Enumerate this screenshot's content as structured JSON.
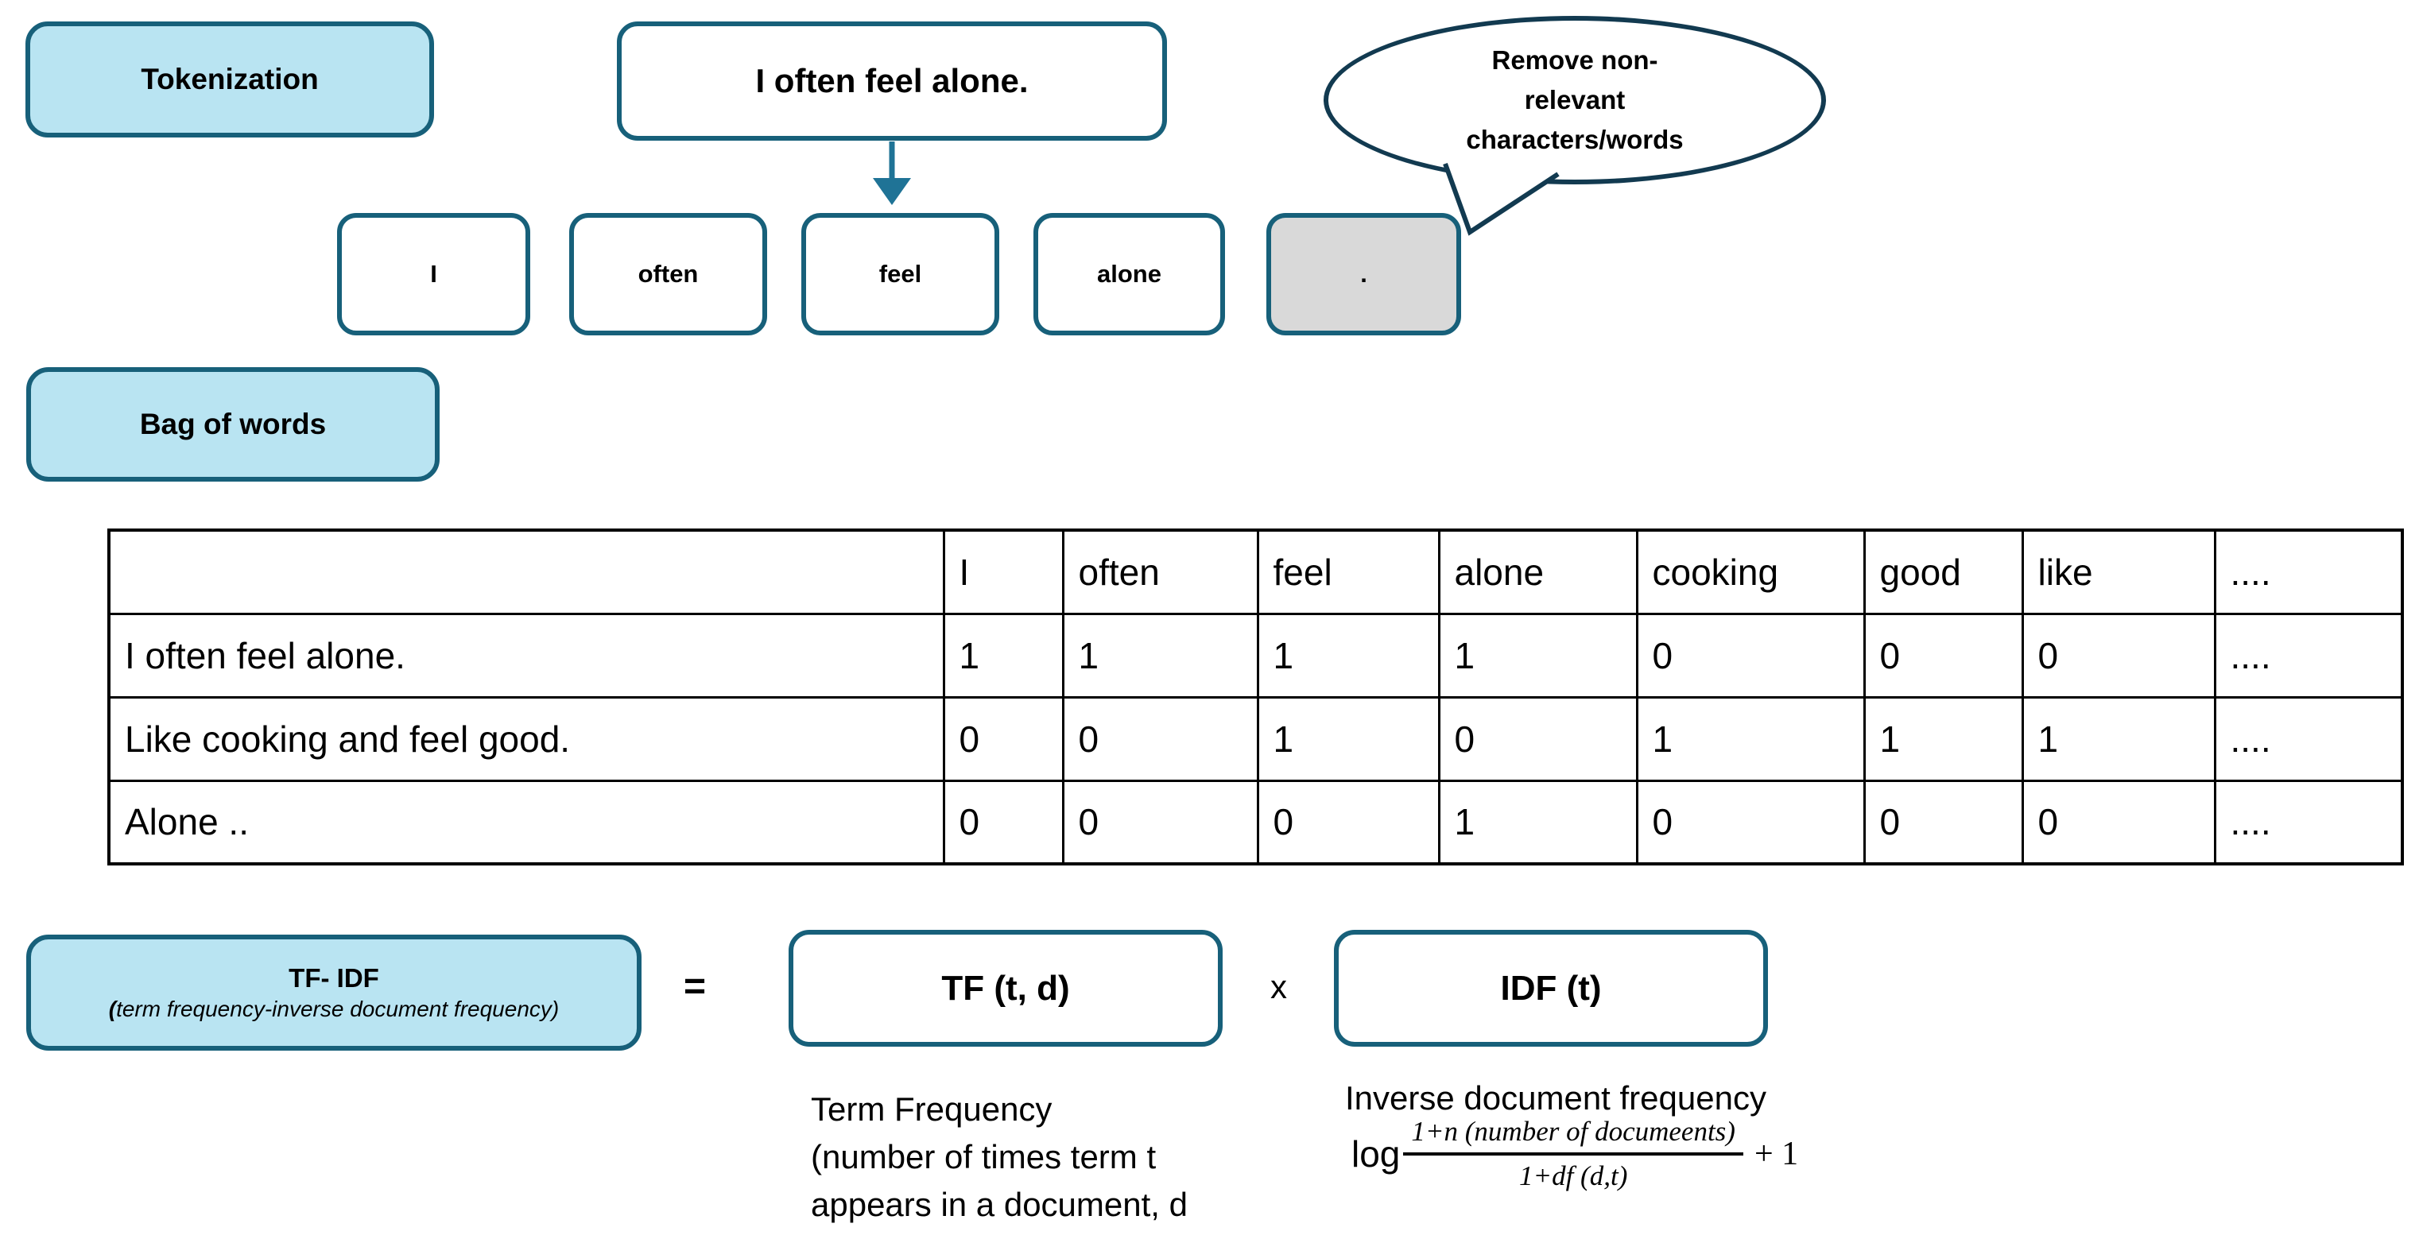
{
  "colors": {
    "accent_fill": "#b9e4f2",
    "box_border": "#17607a",
    "bubble_border": "#123a50",
    "arrow": "#1f7396",
    "gray_token_fill": "#d9d9d9",
    "table_border": "#000000",
    "text": "#000000"
  },
  "tokenization": {
    "label": "Tokenization",
    "sentence": "I often feel alone.",
    "tokens": [
      "I",
      "often",
      "feel",
      "alone",
      "."
    ],
    "bubble_lines": [
      "Remove non-",
      "relevant",
      "characters/words"
    ]
  },
  "bag_of_words": {
    "label": "Bag of words",
    "table": {
      "columns": [
        "",
        "I",
        "often",
        "feel",
        "alone",
        "cooking",
        "good",
        "like",
        "...."
      ],
      "rows": [
        {
          "label": "I often feel alone.",
          "values": [
            "1",
            "1",
            "1",
            "1",
            "0",
            "0",
            "0",
            "...."
          ]
        },
        {
          "label": "Like cooking and feel good.",
          "values": [
            "0",
            "0",
            "1",
            "0",
            "1",
            "1",
            "1",
            "...."
          ]
        },
        {
          "label": "Alone ..",
          "values": [
            "0",
            "0",
            "0",
            "1",
            "0",
            "0",
            "0",
            "...."
          ]
        }
      ]
    }
  },
  "tfidf": {
    "label_title": "TF- IDF",
    "label_sub_open": "(",
    "label_sub_rest": "term frequency-inverse document frequency)",
    "equals": "=",
    "tf_box": "TF (t, d)",
    "times": "x",
    "idf_box": "IDF (t)",
    "tf_desc_lines": [
      "Term Frequency",
      "(number of times term t",
      "appears in a document, d"
    ],
    "idf_desc_title": "Inverse document frequency",
    "formula": {
      "log": "log",
      "numerator": "1+n (number of documeents)",
      "denominator": "1+df (d,t)",
      "suffix": "+ 1"
    }
  }
}
